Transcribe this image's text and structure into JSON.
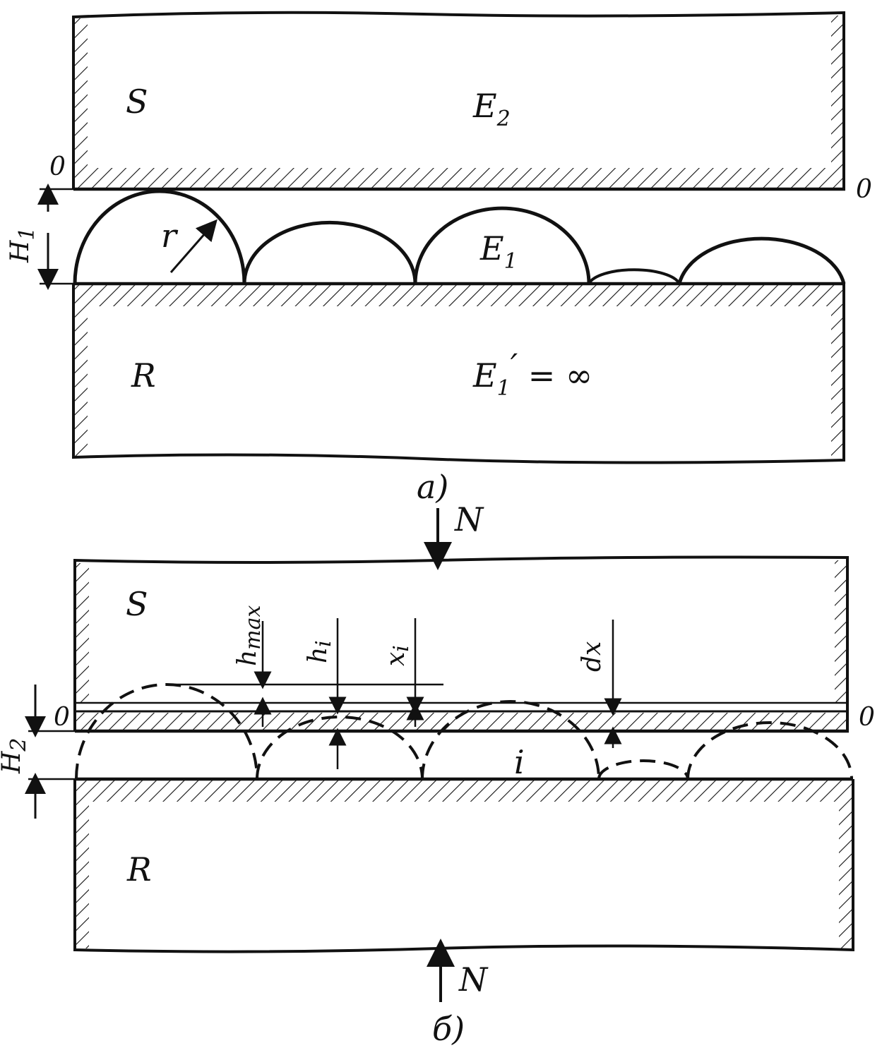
{
  "panel_a": {
    "S": "S",
    "E2": "E",
    "E2_sub": "2",
    "O_left": "0",
    "O_right": "0",
    "H1": "H",
    "H1_sub": "1",
    "r": "r",
    "E1": "E",
    "E1_sub": "1",
    "R": "R",
    "E1p": "E",
    "E1p_sub": "1",
    "E1p_prime": "′",
    "E1p_rest": " = ∞",
    "caption": "a)"
  },
  "panel_b": {
    "N_top": "N",
    "S": "S",
    "h_max": "h",
    "h_max_sub": "max",
    "h_i": "h",
    "h_i_sub": "i",
    "x_i": "x",
    "x_i_sub": "i",
    "dx": "dx",
    "O_left": "0",
    "O_right": "0",
    "H2": "H",
    "H2_sub": "2",
    "i": "i",
    "R": "R",
    "N_bottom": "N",
    "caption": "б)"
  },
  "colors": {
    "ink": "#111111",
    "paper": "#ffffff"
  }
}
